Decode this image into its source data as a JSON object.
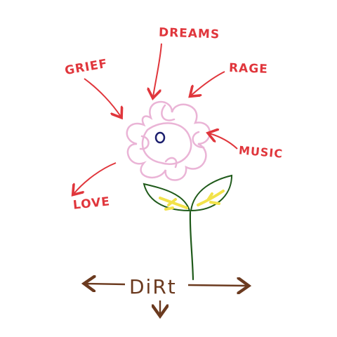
{
  "labels": {
    "dreams": "DREAMS",
    "grief": "GRIEF",
    "rage": "RAGE",
    "music": "MUSIC",
    "love": "LOVE",
    "dirt": "DiRt"
  },
  "colors": {
    "ink_red": "#e0363c",
    "petal_pink": "#eab4d6",
    "center_navy": "#1c1f6e",
    "stem_green": "#1f5a1a",
    "leaf_yellow": "#f2e24a",
    "dirt_brown": "#6b3a1f"
  }
}
